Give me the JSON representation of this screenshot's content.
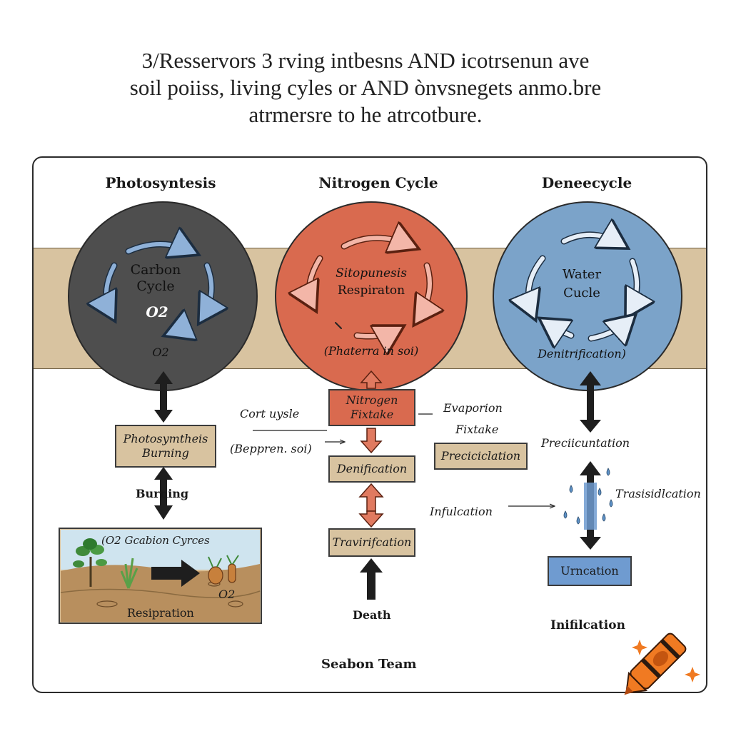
{
  "title_lines": [
    "3/Resservors 3 rving intbesns AND icotrsenun ave",
    "soil poiiss, living cyles or AND ònvsnegets anmo.bre",
    "atrmersre to he atrcotbure."
  ],
  "headings": {
    "left": "Photosyntesis",
    "middle": "Nitrogen Cycle",
    "right": "Deneecycle"
  },
  "carbon_circle": {
    "label_line1": "Carbon",
    "label_line2": "Cycle",
    "o2_inner": "O2",
    "o2_bottom": "O2"
  },
  "nitrogen_circle": {
    "label_line1": "Sitopunesis",
    "label_line2": "Respiraton",
    "bottom_label": "(Phaterra in soi)"
  },
  "water_circle": {
    "label_line1": "Water",
    "label_line2": "Cucle",
    "bottom_label": "Denitrification)"
  },
  "left_column": {
    "box1_line1": "Photosymtheis",
    "box1_line2": "Burning",
    "burning_label": "Burning",
    "panel_title": "(O2 Gcabion Cyrces",
    "panel_o2": "O2",
    "panel_caption": "Resipration"
  },
  "middle_column": {
    "side_label1": "Cort uysle",
    "side_label2": "(Beppren. soi)",
    "box1_line1": "Nitrogen",
    "box1_line2": "Fixtake",
    "box2": "Denification",
    "box3": "Travirifcation",
    "death_label": "Death"
  },
  "right_column": {
    "evaporion": "Evaporion",
    "fixtake": "Fixtake",
    "preciciclation_box": "Preciciclation",
    "precicuntation": "Preciicuntation",
    "transidication": "Trasisidlcation",
    "infulcation": "Infulcation",
    "urncation": "Urncation",
    "infilcation": "Inifilcation"
  },
  "footer": "Seabon Team",
  "colors": {
    "carbon": "#4e4e4e",
    "nitrogen": "#d96a4f",
    "water": "#7ba3c9",
    "soil": "#d8c3a0",
    "water_box": "#6f9bd0"
  },
  "icons": [
    "cycle-arrows-icon",
    "crayon-icon",
    "sparkle-icon",
    "water-drop-icon",
    "plant-icon"
  ]
}
